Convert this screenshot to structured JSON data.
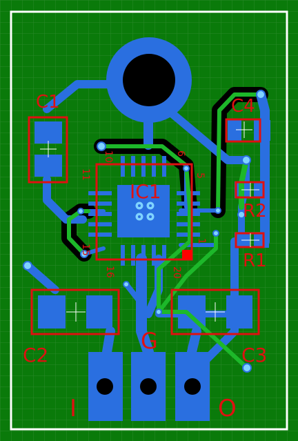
{
  "colors": {
    "background": "#0a7a0a",
    "grid": "#2a8a2a",
    "board_outline": "#ffffff",
    "copper_bottom": "#2a6fe0",
    "copper_top": "#1db82a",
    "keepout_halo": "#000000",
    "silkscreen": "#e01010",
    "pad_marker": "#ff0000",
    "via_ring": "#7fd3ff",
    "drill": "#000000"
  },
  "labels": {
    "c1": "C1",
    "c2": "C2",
    "c3": "C3",
    "c4": "C4",
    "r1": "R1",
    "r2": "R2",
    "ic1": "IC1",
    "g": "G",
    "i": "I",
    "o": "O"
  },
  "pin_numbers": {
    "p10": "10",
    "p11": "11",
    "p15": "15",
    "p16": "16",
    "p5": "5",
    "p6": "6",
    "p1": "1",
    "p20": "20"
  }
}
